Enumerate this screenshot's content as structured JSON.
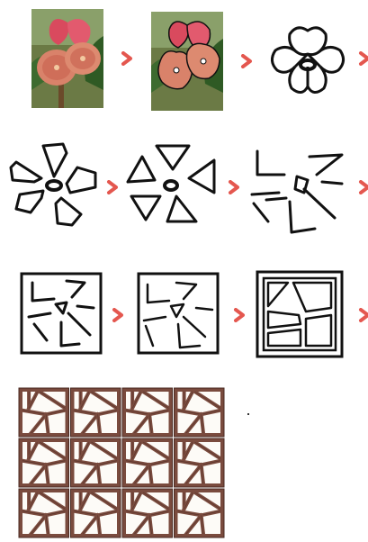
{
  "steps": [
    {
      "id": "photo-flower",
      "kind": "photo"
    },
    {
      "id": "photo-flower-traced",
      "kind": "photo"
    },
    {
      "id": "flower-outline",
      "kind": "sketch"
    },
    {
      "id": "separated-petals",
      "kind": "sketch"
    },
    {
      "id": "triangle-petals",
      "kind": "sketch"
    },
    {
      "id": "pinwheel-lines",
      "kind": "sketch"
    },
    {
      "id": "pinwheel-in-square",
      "kind": "sketch"
    },
    {
      "id": "pinwheel-rotated-in-square",
      "kind": "sketch"
    },
    {
      "id": "framed-panel-design",
      "kind": "sketch"
    },
    {
      "id": "tiled-wood-pattern",
      "kind": "render"
    }
  ],
  "tiles": {
    "rows": 3,
    "cols": 4
  },
  "colors": {
    "arrow": "#e4574f",
    "stroke": "#111111",
    "wood": "#7a4b3e",
    "wood_dark": "#4a2a22",
    "petal": "#d94a5e",
    "leaf": "#3d6b2f",
    "photo_bg": "#5a6e3b"
  },
  "icons": {
    "arrow": "chevron-right-icon"
  }
}
